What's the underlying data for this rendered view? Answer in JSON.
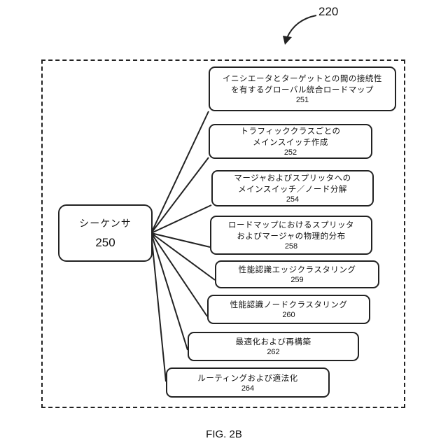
{
  "figure_ref": "220",
  "sequencer": {
    "label": "シーケンサ",
    "number": "250"
  },
  "items": [
    {
      "lines": [
        "イニシエータとターゲットとの間の接続性",
        "を有するグローバル統合ロードマップ"
      ],
      "number": "251"
    },
    {
      "lines": [
        "トラフィッククラスごとの",
        "メインスイッチ作成"
      ],
      "number": "252"
    },
    {
      "lines": [
        "マージャおよびスプリッタへの",
        "メインスイッチ／ノード分解"
      ],
      "number": "254"
    },
    {
      "lines": [
        "ロードマップにおけるスプリッタ",
        "およびマージャの物理的分布"
      ],
      "number": "258"
    },
    {
      "lines": [
        "性能認識エッジクラスタリング"
      ],
      "number": "259"
    },
    {
      "lines": [
        "性能認識ノードクラスタリング"
      ],
      "number": "260"
    },
    {
      "lines": [
        "最適化および再構築"
      ],
      "number": "262"
    },
    {
      "lines": [
        "ルーティングおよび適法化"
      ],
      "number": "264"
    }
  ],
  "caption": "FIG. 2B"
}
